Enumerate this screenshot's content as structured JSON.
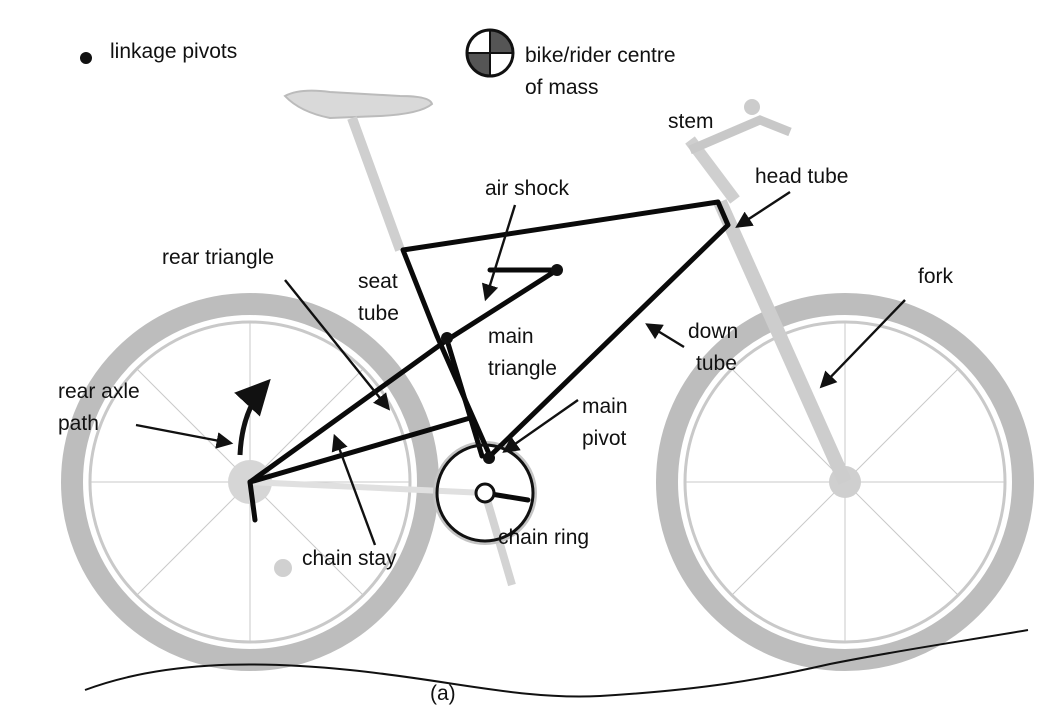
{
  "legend": {
    "pivot_label": "linkage pivots",
    "com_label_line1": "bike/rider centre",
    "com_label_line2": "of mass"
  },
  "labels": {
    "stem": "stem",
    "head_tube": "head tube",
    "air_shock": "air shock",
    "rear_triangle": "rear triangle",
    "seat_tube_1": "seat",
    "seat_tube_2": "tube",
    "fork": "fork",
    "main_triangle_1": "main",
    "main_triangle_2": "triangle",
    "down_tube_1": "down",
    "down_tube_2": "tube",
    "rear_axle_path_1": "rear axle",
    "rear_axle_path_2": "path",
    "main_pivot_1": "main",
    "main_pivot_2": "pivot",
    "chain_ring": "chain ring",
    "chain_stay": "chain stay",
    "panel": "(a)"
  }
}
